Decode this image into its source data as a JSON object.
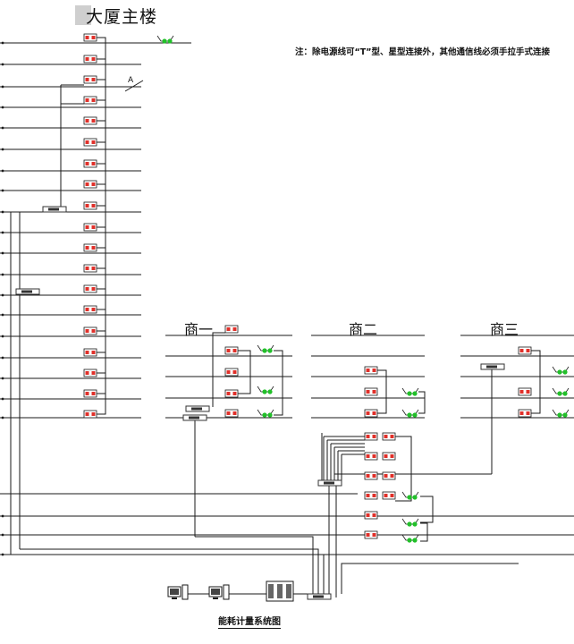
{
  "title": "大厦主楼",
  "note": "注：除电源线可“T”型、星型连接外，其他通信线必须手拉手式连接",
  "shops": [
    "商一",
    "商二",
    "商三"
  ],
  "caption": "能耗计量系统图",
  "marker_label": "A",
  "colors": {
    "line": "#1a1a1a",
    "electric_meter": "#e0302a",
    "water_meter": "#22c02a",
    "collector": "#333333"
  },
  "icons": [
    "electric-meter-icon",
    "water-meter-icon",
    "data-collector-icon",
    "computer-icon",
    "server-cabinet-icon"
  ]
}
